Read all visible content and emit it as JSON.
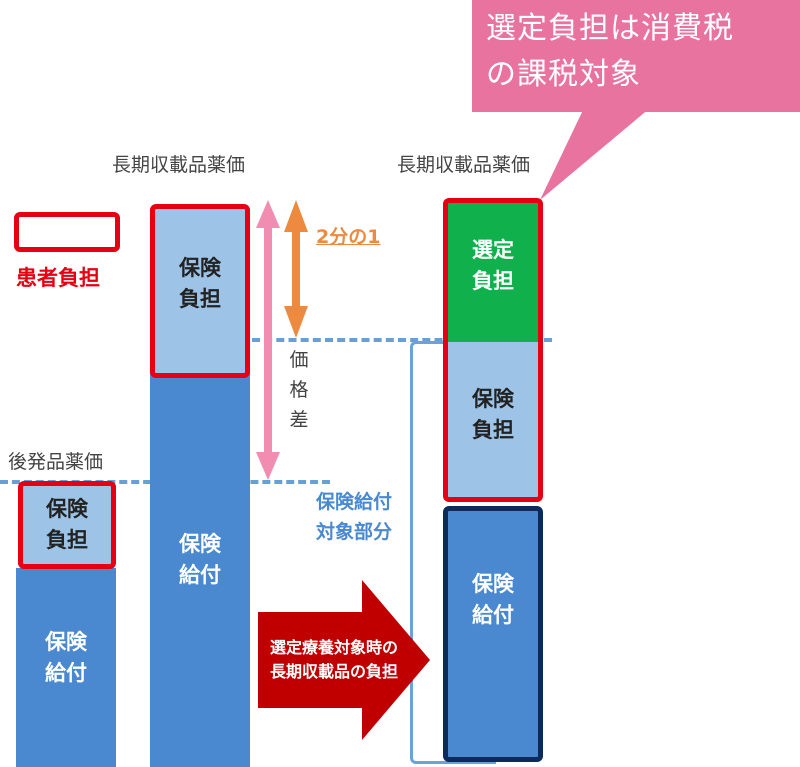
{
  "legend": {
    "label": "患者負担"
  },
  "price_labels": {
    "generic": "後発品薬価",
    "long_term_left": "長期収載品薬価",
    "long_term_right": "長期収載品薬価"
  },
  "bars": {
    "generic": {
      "top": "保険\n負担",
      "bottom": "保険\n給付"
    },
    "long_term": {
      "top": "保険\n負担",
      "bottom": "保険\n給付"
    },
    "selected": {
      "top": "選定\n負担",
      "middle": "保険\n負担",
      "bottom": "保険\n給付"
    }
  },
  "annotations": {
    "half": "2分の1",
    "price_gap": "価\n格\n差",
    "covered_portion": "保険給付\n対象部分"
  },
  "callout": {
    "text": "選定負担は消費税\nの課税対象"
  },
  "arrow": {
    "text": "選定療養対象時の\n長期収載品の負担"
  },
  "colors": {
    "insurance_benefit": "#4a89d0",
    "insurance_burden": "#9dc3e6",
    "selected_burden": "#10b04c",
    "patient_frame": "#e60012",
    "callout": "#e8739f",
    "orange_arrow": "#ed8a3f",
    "pink_arrow": "#f08db0",
    "red_arrow": "#c00000"
  }
}
